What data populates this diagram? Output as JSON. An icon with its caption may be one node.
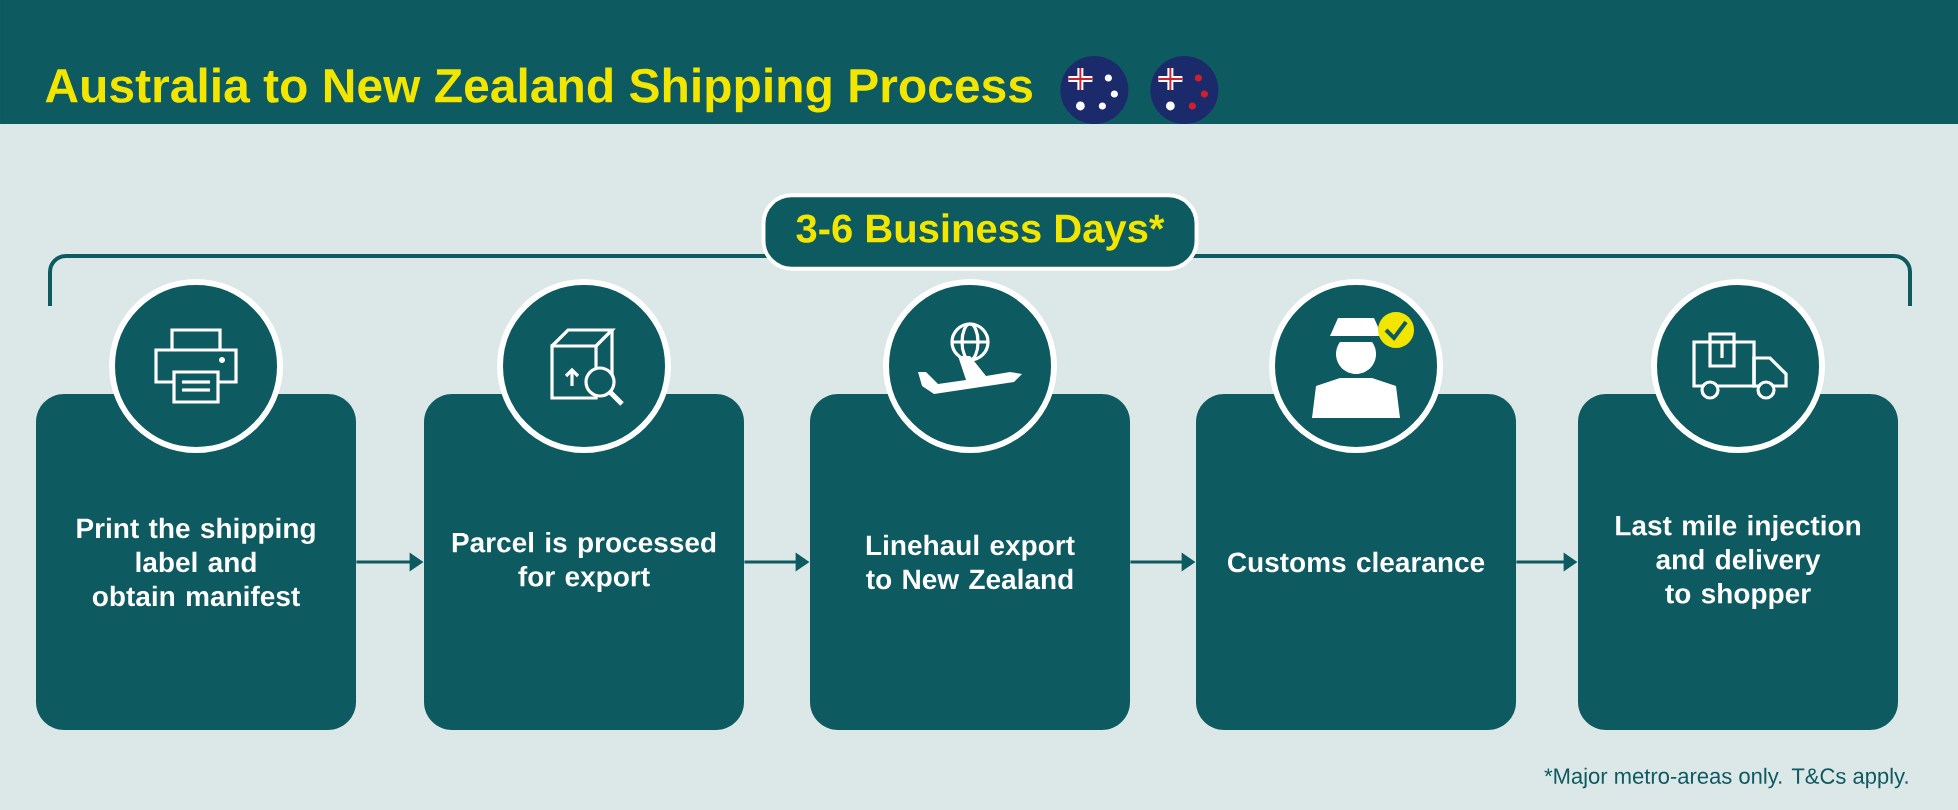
{
  "diagram": {
    "title": "Australia to New Zealand Shipping Process",
    "nodes": [
      {
        "text": [
          "3-6 Business Days*"
        ]
      },
      {
        "text": [
          "Print the shipping label and obtain manifest"
        ]
      },
      {
        "text": [
          "Parcel is processed for export"
        ]
      },
      {
        "text": [
          "Linehaul export to New Zealand"
        ]
      },
      {
        "text": [
          "Customs clearance"
        ]
      },
      {
        "text": [
          "Last mile injection and delivery to shopper"
        ]
      }
    ],
    "edges": [
      {
        "from": 1,
        "to": 2,
        "arrow": "to"
      },
      {
        "from": 2,
        "to": 3,
        "arrow": "to"
      },
      {
        "from": 3,
        "to": 4,
        "arrow": "to"
      },
      {
        "from": 4,
        "to": 5,
        "arrow": "to"
      }
    ],
    "labels": [
      "*Major metro-areas only. T&Cs apply."
    ]
  }
}
